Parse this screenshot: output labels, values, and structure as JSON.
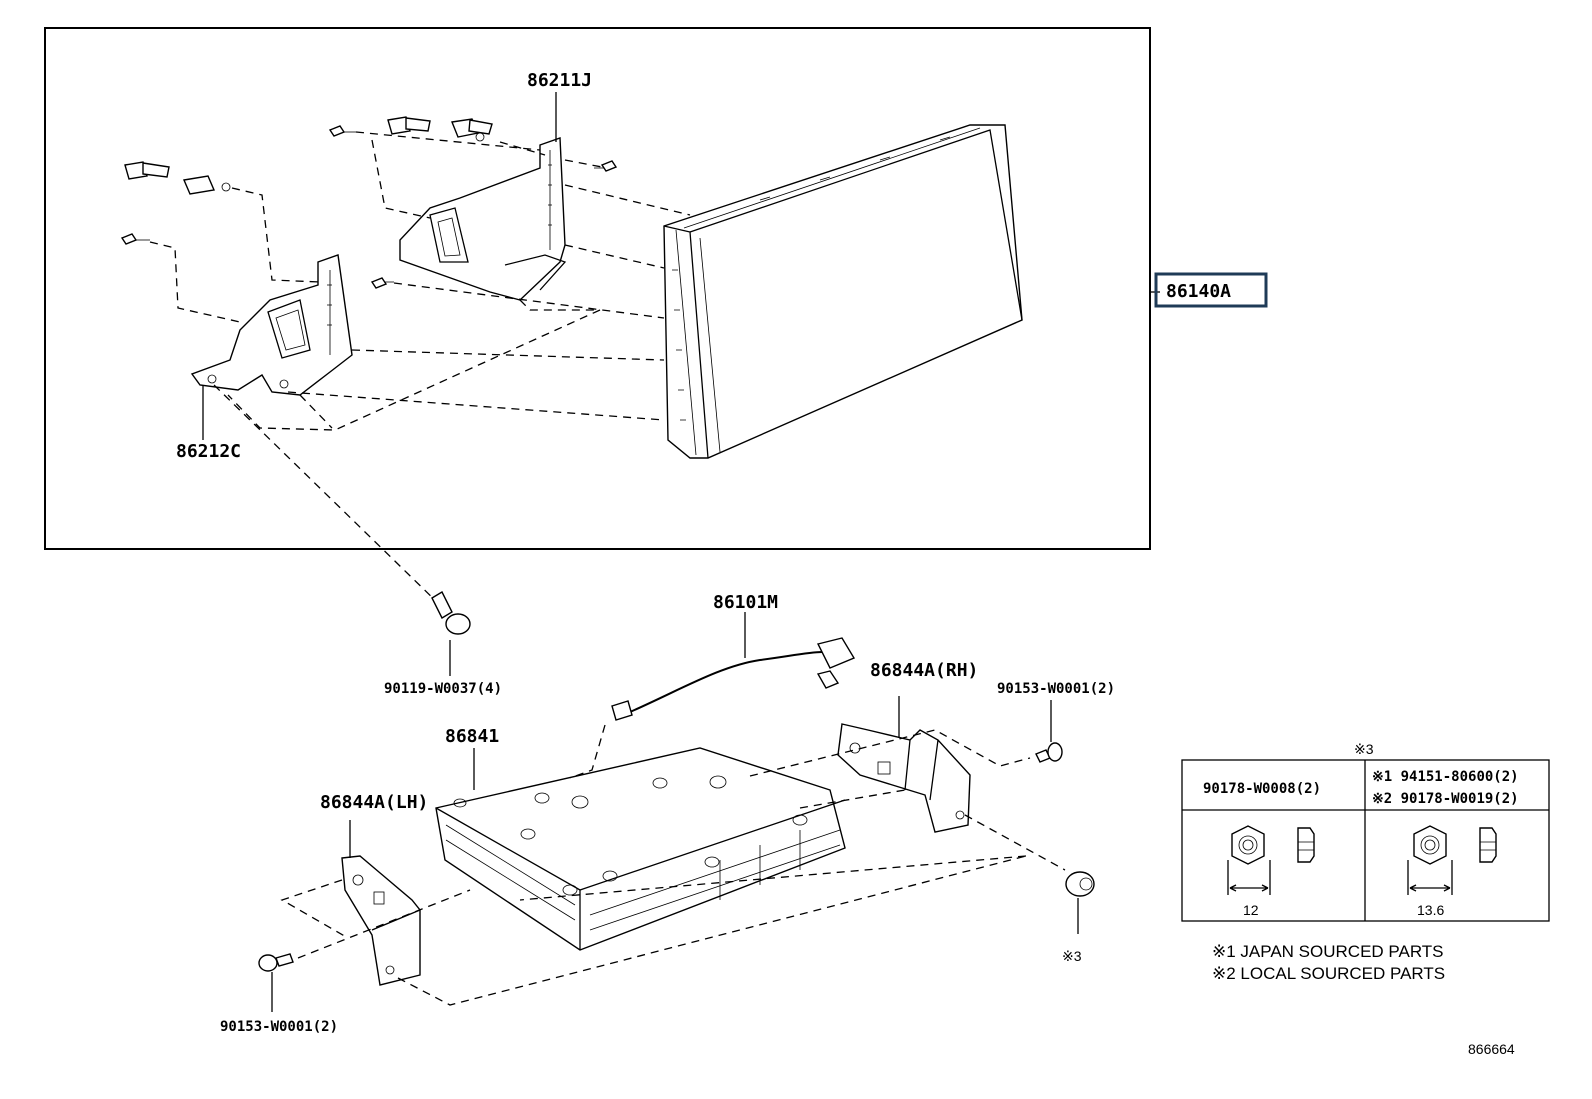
{
  "diagram": {
    "part_numbers": {
      "p86211J": "86211J",
      "p86140A": "86140A",
      "p86212C": "86212C",
      "p86101M": "86101M",
      "p90119": "90119-W0037(4)",
      "p86844A_RH": "86844A(RH)",
      "p90153_right": "90153-W0001(2)",
      "p86841": "86841",
      "p86844A_LH": "86844A(LH)",
      "p90153_left": "90153-W0001(2)",
      "mark3_callout": "※3"
    },
    "table": {
      "header_mark": "※3",
      "col1_part": "90178-W0008(2)",
      "col2_line1": "※1 94151-80600(2)",
      "col2_line2": "※2 90178-W0019(2)",
      "dim1": "12",
      "dim2": "13.6"
    },
    "notes": {
      "note1": "※1 JAPAN SOURCED PARTS",
      "note2": "※2 LOCAL SOURCED PARTS"
    },
    "figure_id": "866664",
    "highlight_color": "#1f3b57"
  }
}
